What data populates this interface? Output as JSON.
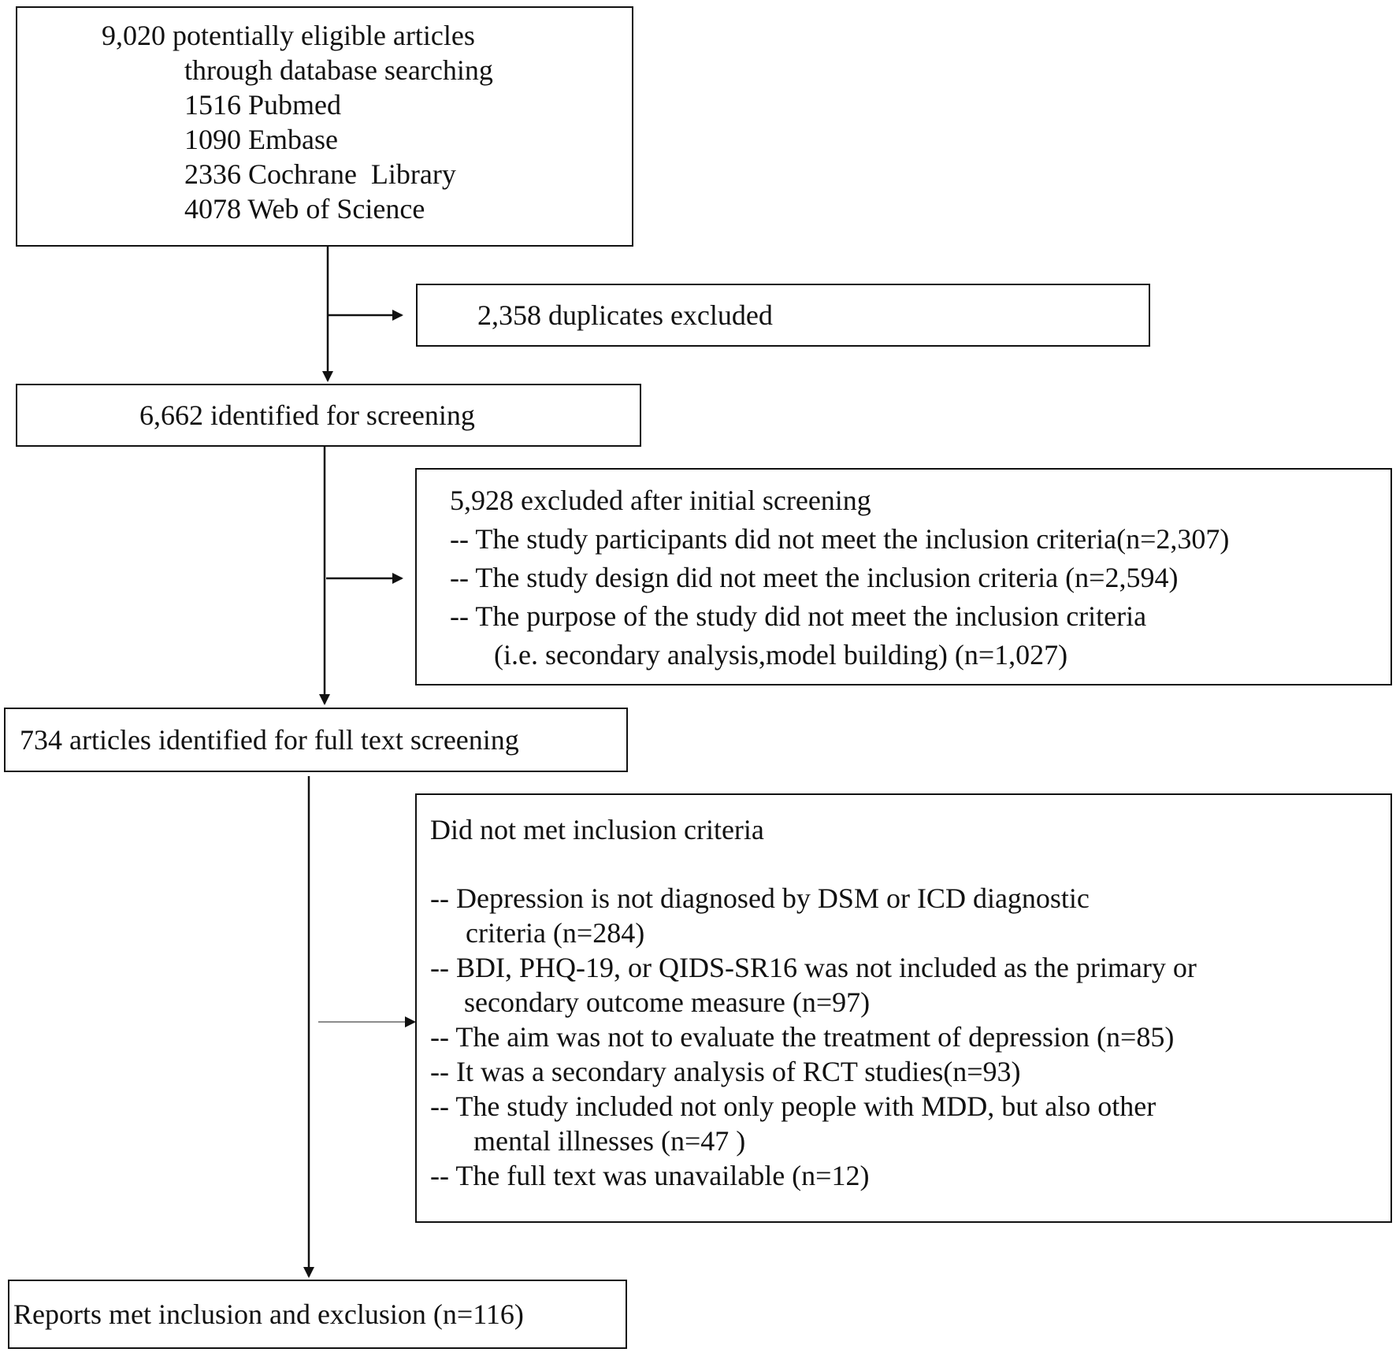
{
  "identification": {
    "lines": [
      "9,020 potentially eligible articles",
      "through database searching",
      "1516 Pubmed",
      "1090 Embase",
      "2336 Cochrane  Library",
      "4078 Web of Science"
    ]
  },
  "duplicates": {
    "text": "2,358 duplicates excluded"
  },
  "screening": {
    "text": "6,662 identified for screening"
  },
  "initial_exclusion": {
    "lines": [
      "5,928 excluded after initial screening",
      "-- The study participants did not meet the inclusion criteria(n=2,307)",
      "-- The study design did not meet the inclusion criteria (n=2,594)",
      "-- The purpose of the study did not meet the inclusion criteria",
      "(i.e. secondary analysis,model building) (n=1,027)"
    ]
  },
  "full_text": {
    "text": "734 articles identified for full text screening"
  },
  "full_text_exclusion": {
    "lines": [
      "Did not met inclusion criteria",
      "-- Depression is not diagnosed by DSM or ICD diagnostic",
      "criteria (n=284)",
      "-- BDI, PHQ-19, or QIDS-SR16 was not included as the primary or",
      "secondary outcome measure (n=97)",
      "-- The aim was not to evaluate the treatment of depression (n=85)",
      "-- It was a secondary analysis of RCT studies(n=93)",
      "-- The study included not only people with MDD, but also other",
      "mental illnesses (n=47 )",
      "-- The full text was unavailable (n=12)"
    ]
  },
  "included": {
    "text": "Reports met inclusion and exclusion (n=116)"
  }
}
